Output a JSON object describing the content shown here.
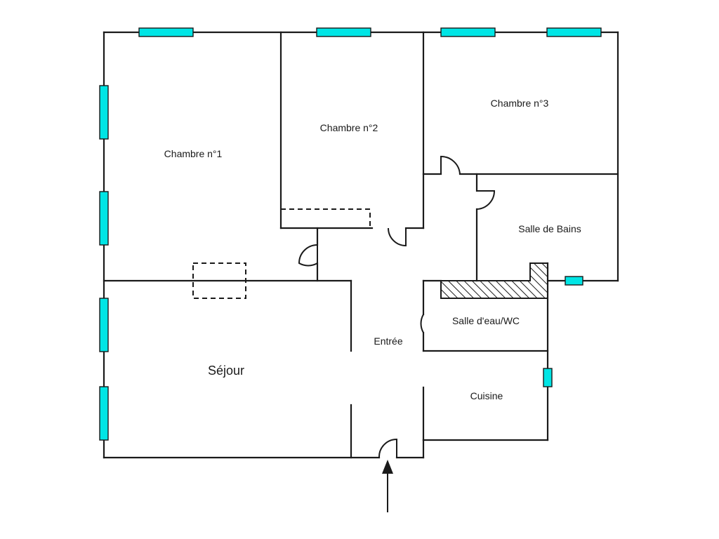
{
  "colors": {
    "window_fill": "#00e5e5",
    "wall": "#1a1a1a",
    "background": "#ffffff"
  },
  "rooms": {
    "chambre1": "Chambre n°1",
    "chambre2": "Chambre n°2",
    "chambre3": "Chambre n°3",
    "salle_de_bains": "Salle de Bains",
    "salle_eau_wc": "Salle d'eau/WC",
    "entree": "Entrée",
    "sejour": "Séjour",
    "cuisine": "Cuisine"
  },
  "icons": {
    "entry_arrow": "arrow-up-icon",
    "hatched_block": "hatched-bathtub-icon"
  }
}
